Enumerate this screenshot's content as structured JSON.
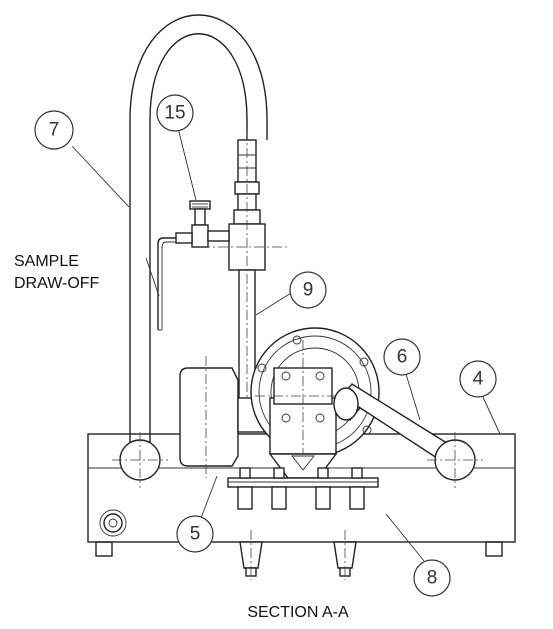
{
  "labels": {
    "sample_line1": "SAMPLE",
    "sample_line2": "DRAW-OFF",
    "caption": "SECTION A-A"
  },
  "balloons": [
    "7",
    "15",
    "9",
    "6",
    "4",
    "5",
    "8"
  ]
}
